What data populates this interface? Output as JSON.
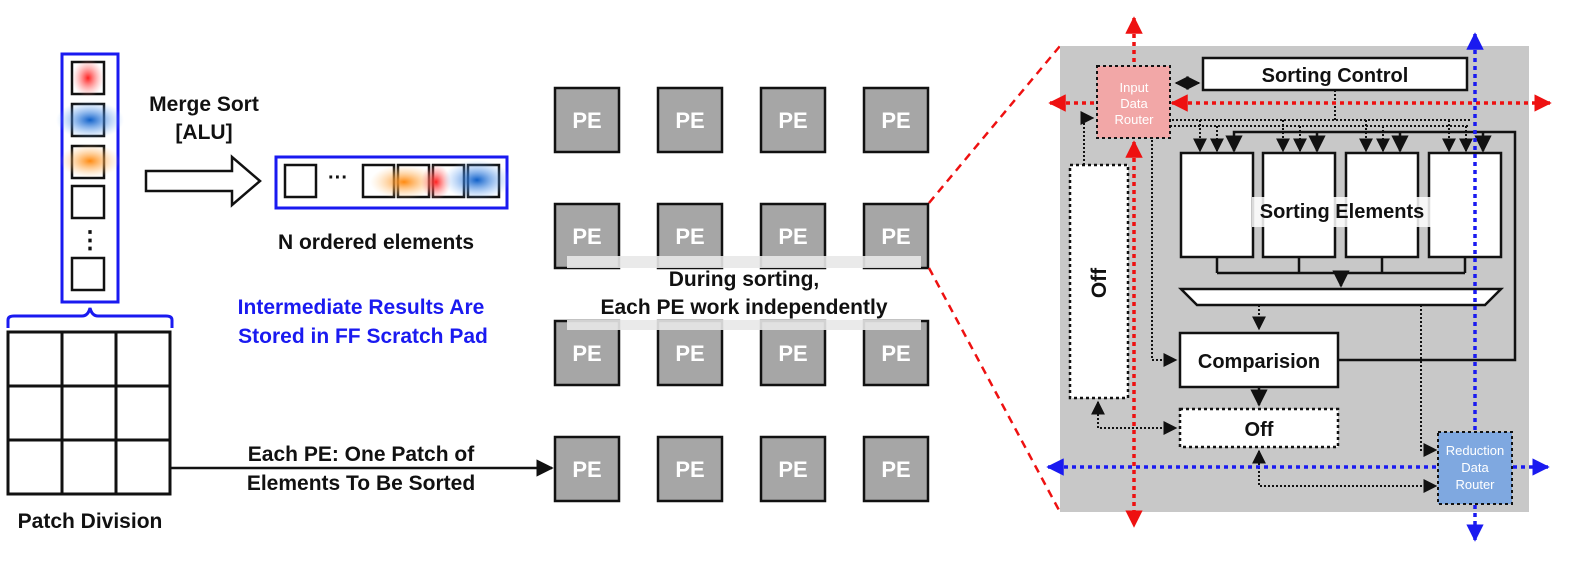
{
  "left": {
    "merge_sort_line1": "Merge Sort",
    "merge_sort_line2": "[ALU]",
    "ellipsis_h": "···",
    "ellipsis_v": "⋮",
    "ordered_label": "N ordered elements",
    "intermediate_line1": "Intermediate Results Are",
    "intermediate_line2": "Stored in FF Scratch Pad",
    "patch_division": "Patch Division",
    "each_pe_line1": "Each PE: One Patch of",
    "each_pe_line2": "Elements To Be Sorted"
  },
  "pe_array": {
    "pe_label": "PE",
    "note_line1": "During sorting,",
    "note_line2": "Each PE work independently"
  },
  "detail": {
    "input_router_line1": "Input",
    "input_router_line2": "Data",
    "input_router_line3": "Router",
    "sorting_control": "Sorting Control",
    "sorting_elements": "Sorting Elements",
    "off_vertical": "Off",
    "comparison": "Comparision",
    "off_bottom": "Off",
    "reduction_router_line1": "Reduction",
    "reduction_router_line2": "Data",
    "reduction_router_line3": "Router"
  },
  "colors": {
    "accent_blue": "#1a1af0",
    "pe_gray": "#a6a6a6",
    "panel_gray": "#c8c8c8",
    "input_router": "#f2a7a7",
    "reduction_router": "#7fa8e0",
    "red_dotted": "#ee1111",
    "blue_dotted": "#1a1af0"
  }
}
